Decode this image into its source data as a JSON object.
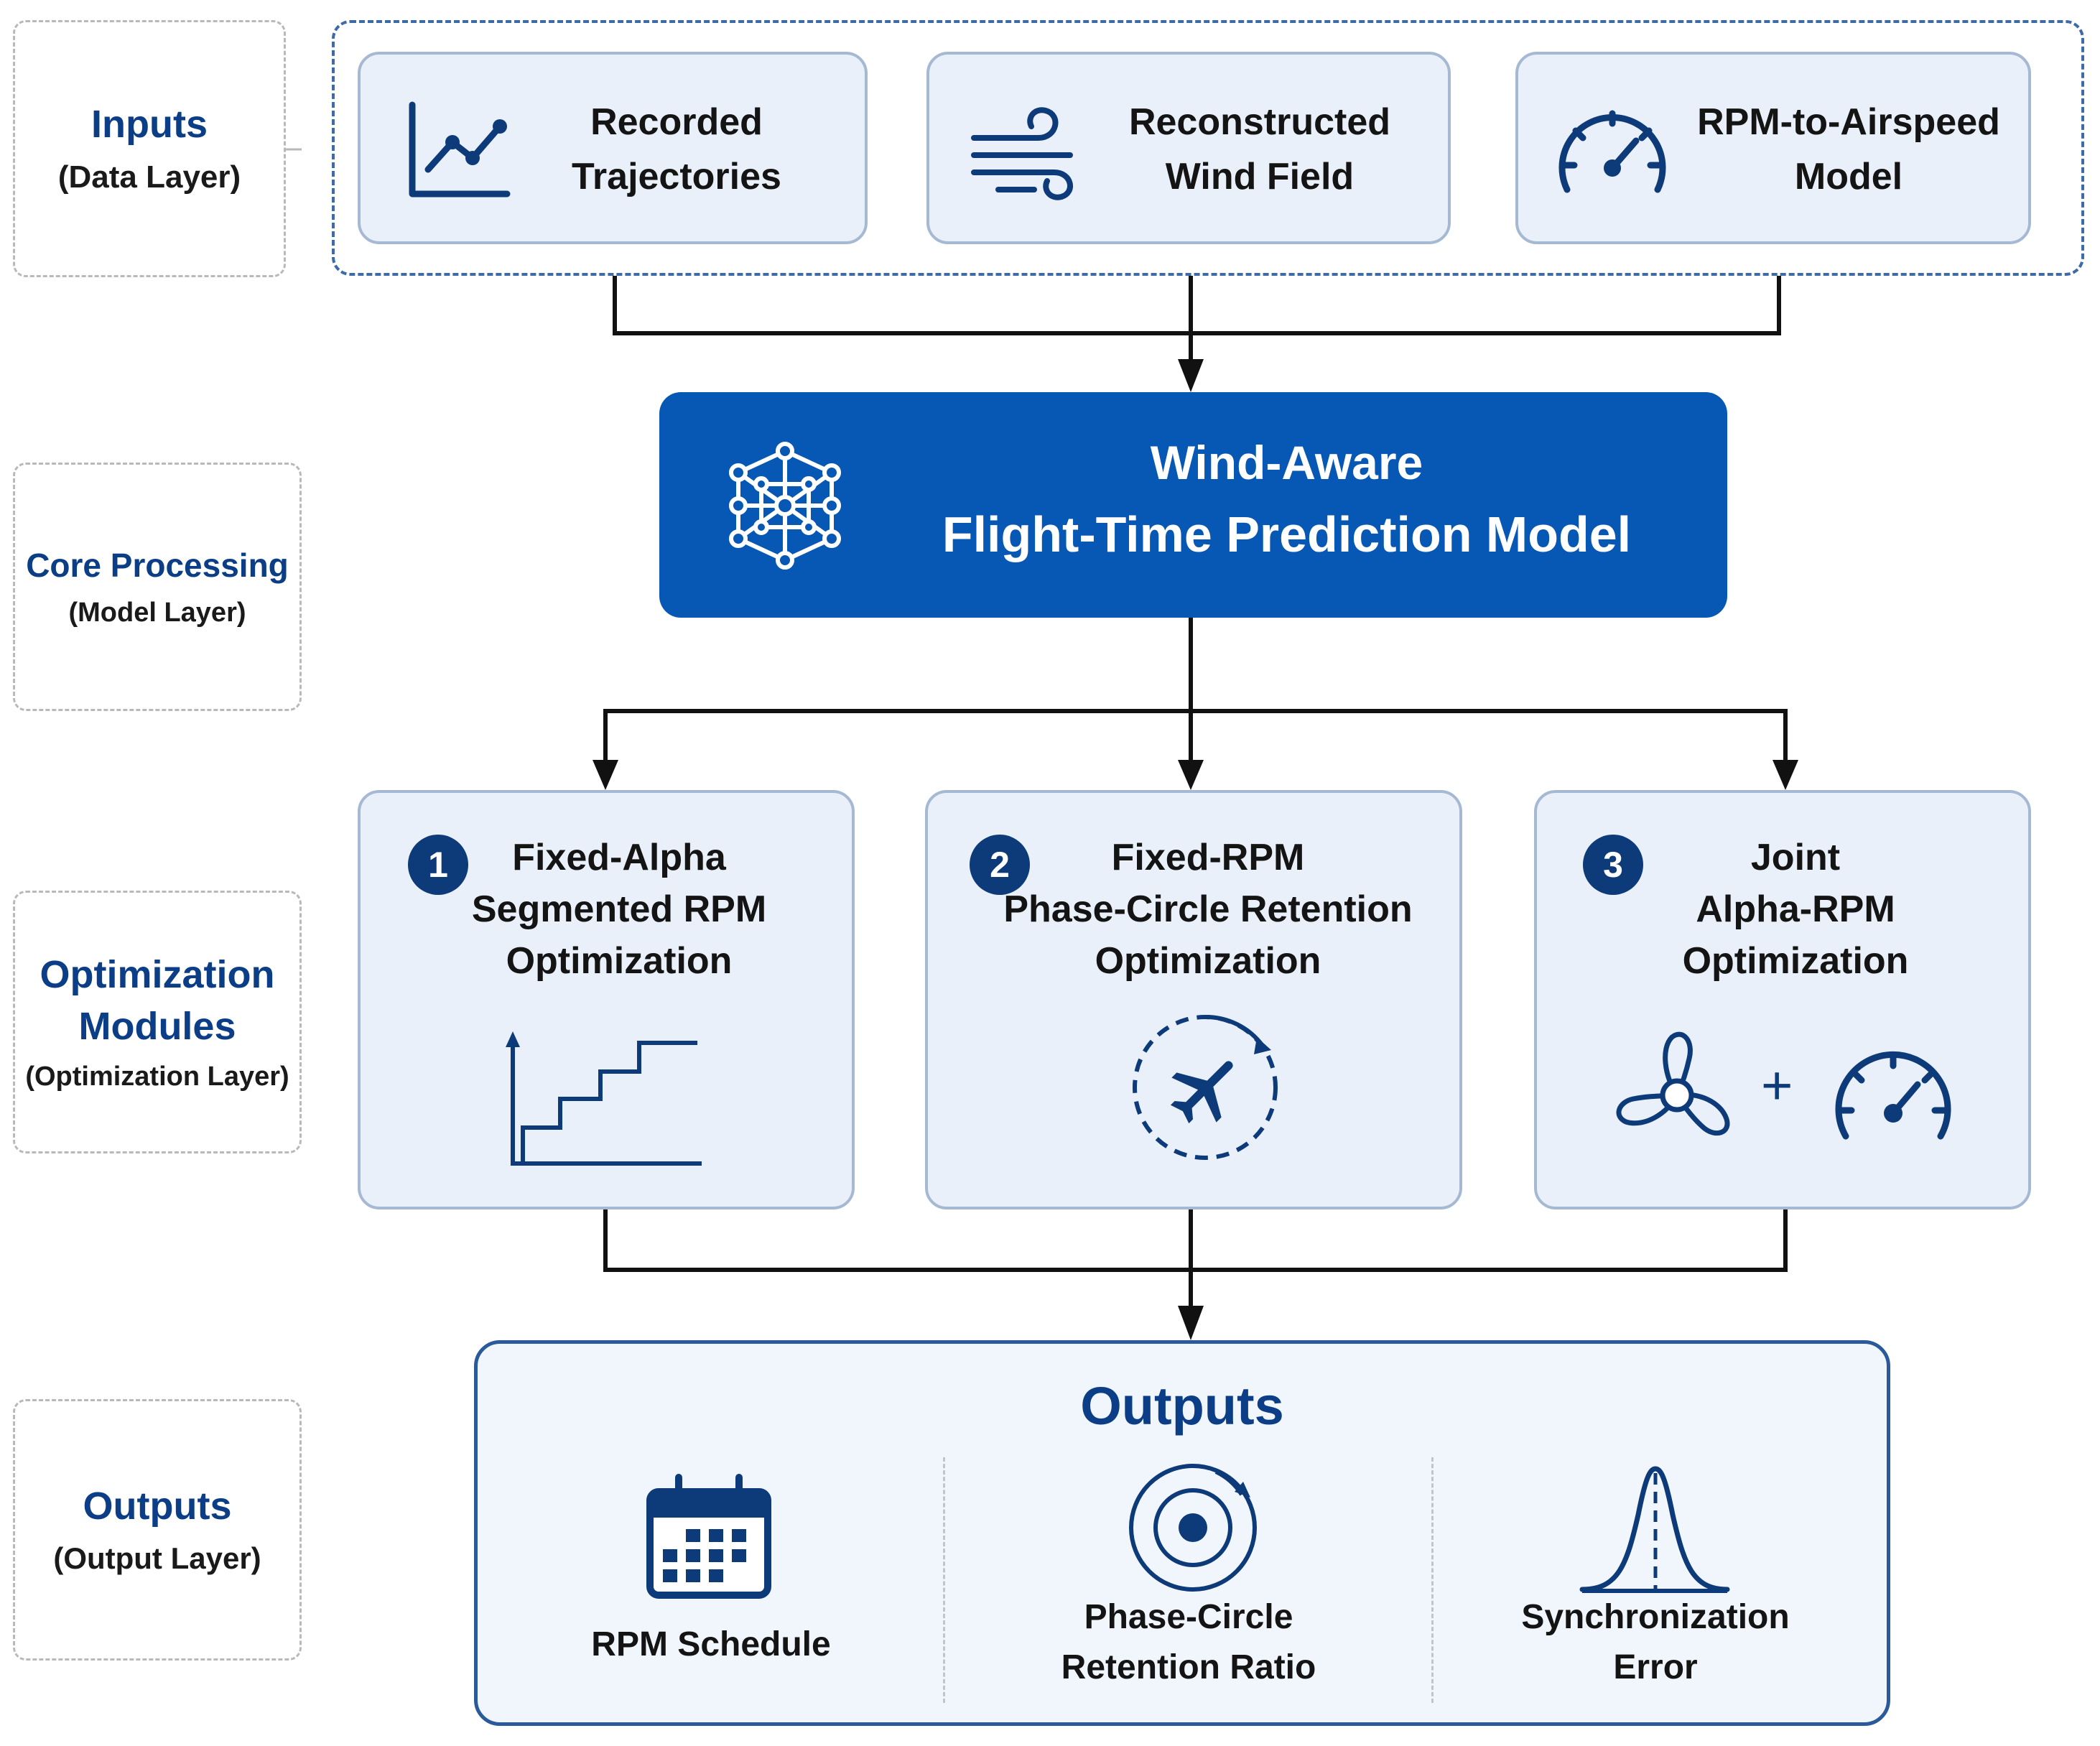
{
  "layers": {
    "inputs": {
      "title": "Inputs",
      "subtitle": "(Data Layer)"
    },
    "core": {
      "title": "Core Processing",
      "subtitle": "(Model Layer)"
    },
    "optimization": {
      "title_line1": "Optimization",
      "title_line2": "Modules",
      "subtitle": "(Optimization Layer)"
    },
    "outputs": {
      "title": "Outputs",
      "subtitle": "(Output Layer)"
    }
  },
  "inputs": [
    {
      "line1": "Recorded",
      "line2": "Trajectories",
      "icon": "line-chart-icon"
    },
    {
      "line1": "Reconstructed",
      "line2": "Wind Field",
      "icon": "wind-icon"
    },
    {
      "line1": "RPM-to-Airspeed",
      "line2": "Model",
      "icon": "speedometer-icon"
    }
  ],
  "core_model": {
    "line1": "Wind-Aware",
    "line2": "Flight-Time Prediction Model",
    "icon": "neural-network-icon"
  },
  "modules": [
    {
      "number": "1",
      "line1": "Fixed-Alpha",
      "line2": "Segmented RPM",
      "line3": "Optimization",
      "icon": "step-chart-icon"
    },
    {
      "number": "2",
      "line1": "Fixed-RPM",
      "line2": "Phase-Circle Retention",
      "line3": "Optimization",
      "icon": "airplane-circle-icon"
    },
    {
      "number": "3",
      "line1": "Joint",
      "line2": "Alpha-RPM",
      "line3": "Optimization",
      "icon": "propeller-plus-gauge-icon",
      "plus": "+"
    }
  ],
  "outputs": {
    "title": "Outputs",
    "items": [
      {
        "line1": "RPM Schedule",
        "line2": "",
        "icon": "calendar-icon"
      },
      {
        "line1": "Phase-Circle",
        "line2": "Retention Ratio",
        "icon": "target-icon"
      },
      {
        "line1": "Synchronization",
        "line2": "Error",
        "icon": "bell-curve-icon"
      }
    ]
  },
  "colors": {
    "accent": "#0757b5",
    "navy": "#0b3e86",
    "box_fill": "#e9f0f9",
    "box_border": "#a6b9d3",
    "arrow": "#111111"
  }
}
